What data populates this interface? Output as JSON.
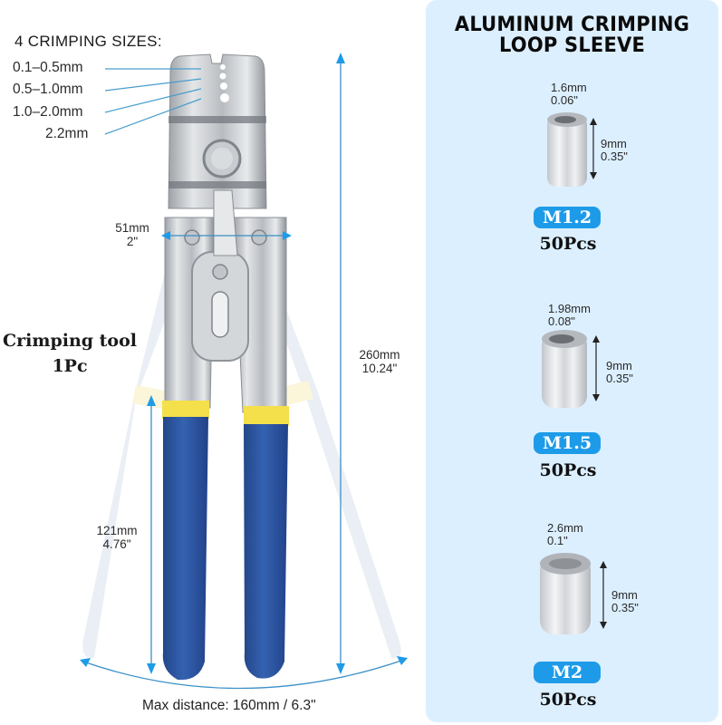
{
  "tool_section": {
    "sizes_title": "4 CRIMPING SIZES:",
    "sizes": [
      "0.1–0.5mm",
      "0.5–1.0mm",
      "1.0–2.0mm",
      "2.2mm"
    ],
    "jaw_width": {
      "mm": "51mm",
      "inch": "2\""
    },
    "total_length": {
      "mm": "260mm",
      "inch": "10.24\""
    },
    "handle_length": {
      "mm": "121mm",
      "inch": "4.76\""
    },
    "max_distance": "Max distance: 160mm / 6.3\"",
    "caption": {
      "line1": "Crimping tool",
      "line2": "1Pc"
    }
  },
  "sleeve_panel": {
    "title_line1": "ALUMINUM CRIMPING",
    "title_line2": "LOOP SLEEVE",
    "items": [
      {
        "diameter_mm": "1.6mm",
        "diameter_in": "0.06\"",
        "length_mm": "9mm",
        "length_in": "0.35\"",
        "model": "M1.2",
        "quantity": "50Pcs"
      },
      {
        "diameter_mm": "1.98mm",
        "diameter_in": "0.08\"",
        "length_mm": "9mm",
        "length_in": "0.35\"",
        "model": "M1.5",
        "quantity": "50Pcs"
      },
      {
        "diameter_mm": "2.6mm",
        "diameter_in": "0.1\"",
        "length_mm": "9mm",
        "length_in": "0.35\"",
        "model": "M2",
        "quantity": "50Pcs"
      }
    ]
  },
  "colors": {
    "panel_bg": "#dcefff",
    "badge_blue": "#1e9be8",
    "dimension_line": "#3a8fc7",
    "handle_blue": "#2f5aa8",
    "handle_yellow": "#f4e04a",
    "steel": "#c9ccd0"
  }
}
